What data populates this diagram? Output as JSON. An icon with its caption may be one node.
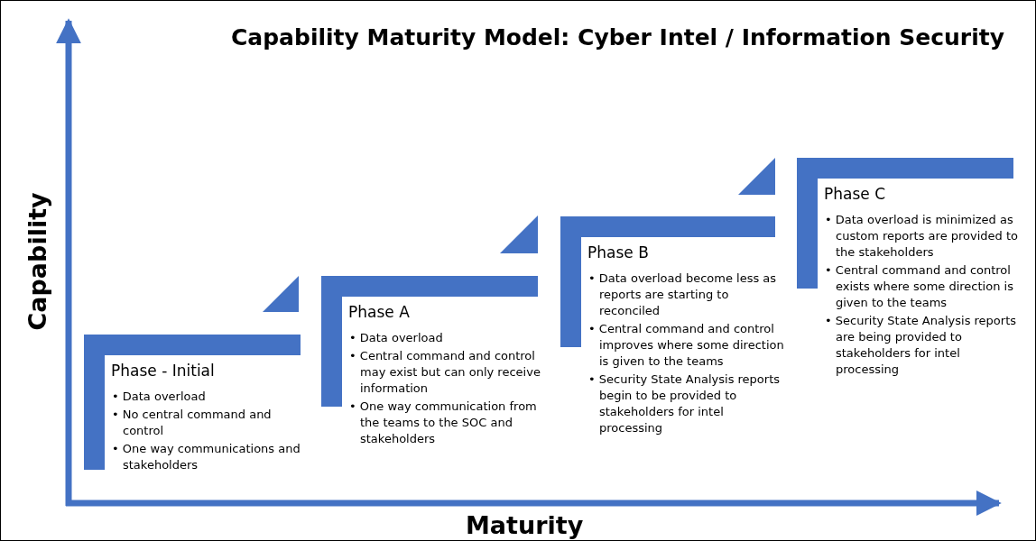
{
  "diagram": {
    "title": "Capability Maturity Model: Cyber Intel / Information Security",
    "nodes": [
      {
        "text": [
          "Phase - Initial",
          "• Data overload",
          "• No central command and control",
          "• One way communications and stakeholders"
        ]
      },
      {
        "text": [
          "Phase A",
          "• Data overload",
          "• Central command and control may exist but can only receive information",
          "• One way communication from the teams to the SOC and stakeholders"
        ]
      },
      {
        "text": [
          "Phase B",
          "• Data overload become less as reports are starting to reconciled",
          "• Central command and control improves where some direction is given to the teams",
          "• Security State Analysis reports begin to be provided to stakeholders for intel processing"
        ]
      },
      {
        "text": [
          "Phase C",
          "• Data overload is minimized as custom reports are provided to the stakeholders",
          "• Central command and control exists where some direction is given to the teams",
          "• Security State Analysis reports are being provided to stakeholders for intel processing"
        ]
      }
    ],
    "labels": [
      "Capability",
      "Maturity"
    ]
  }
}
